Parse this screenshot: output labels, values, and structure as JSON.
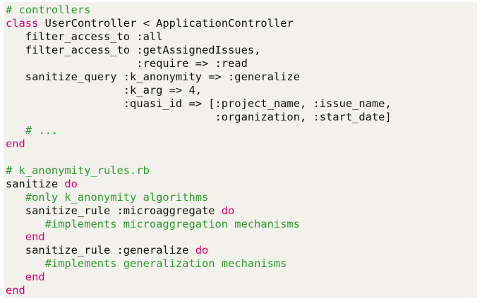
{
  "colors": {
    "background": "#f2f1ec",
    "plain": "#111111",
    "comment": "#2e9a2e",
    "keyword": "#d6007a"
  },
  "code": {
    "lines": [
      [
        {
          "k": "comment",
          "t": "# controllers"
        }
      ],
      [
        {
          "k": "keyword",
          "t": "class"
        },
        {
          "k": "plain",
          "t": " UserController < ApplicationController"
        }
      ],
      [
        {
          "k": "plain",
          "t": "   filter_access_to :all"
        }
      ],
      [
        {
          "k": "plain",
          "t": "   filter_access_to :getAssignedIssues,"
        }
      ],
      [
        {
          "k": "plain",
          "t": "                    :require => :read"
        }
      ],
      [
        {
          "k": "plain",
          "t": "   sanitize_query :k_anonymity => :generalize"
        }
      ],
      [
        {
          "k": "plain",
          "t": "                  :k_arg => 4,"
        }
      ],
      [
        {
          "k": "plain",
          "t": "                  :quasi_id => [:project_name, :issue_name,"
        }
      ],
      [
        {
          "k": "plain",
          "t": "                                :organization, :start_date]"
        }
      ],
      [
        {
          "k": "comment",
          "t": "   # ..."
        }
      ],
      [
        {
          "k": "keyword",
          "t": "end"
        }
      ],
      [],
      [
        {
          "k": "comment",
          "t": "# k_anonymity_rules.rb"
        }
      ],
      [
        {
          "k": "plain",
          "t": "sanitize "
        },
        {
          "k": "keyword",
          "t": "do"
        }
      ],
      [
        {
          "k": "comment",
          "t": "   #only k_anonymity algorithms"
        }
      ],
      [
        {
          "k": "plain",
          "t": "   sanitize_rule :microaggregate "
        },
        {
          "k": "keyword",
          "t": "do"
        }
      ],
      [
        {
          "k": "comment",
          "t": "      #implements microaggregation mechanisms"
        }
      ],
      [
        {
          "k": "keyword",
          "t": "   end"
        }
      ],
      [
        {
          "k": "plain",
          "t": "   sanitize_rule :generalize "
        },
        {
          "k": "keyword",
          "t": "do"
        }
      ],
      [
        {
          "k": "comment",
          "t": "      #implements generalization mechanisms"
        }
      ],
      [
        {
          "k": "keyword",
          "t": "   end"
        }
      ],
      [
        {
          "k": "keyword",
          "t": "end"
        }
      ]
    ]
  }
}
